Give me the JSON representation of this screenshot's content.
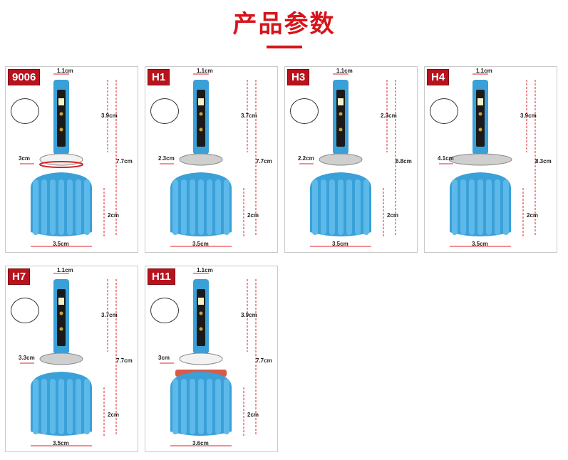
{
  "title": "产品参数",
  "colors": {
    "accent": "#d7141b",
    "tag_bg": "#b8131d",
    "heatsink": "#3aa0d8",
    "dim_line": "#e0202a"
  },
  "cards": [
    {
      "tag": "9006",
      "width_top": "1.1cm",
      "chip_len": "3.9cm",
      "total": "7.7cm",
      "collar": "3cm",
      "sink_h": "2cm",
      "width_bottom": "3.5cm"
    },
    {
      "tag": "H1",
      "width_top": "1.1cm",
      "chip_len": "3.7cm",
      "total": "7.7cm",
      "collar": "2.3cm",
      "sink_h": "2cm",
      "width_bottom": "3.5cm"
    },
    {
      "tag": "H3",
      "width_top": "1.1cm",
      "chip_len": "2.3cm",
      "total": "6.8cm",
      "collar": "2.2cm",
      "sink_h": "2cm",
      "width_bottom": "3.5cm"
    },
    {
      "tag": "H4",
      "width_top": "1.1cm",
      "chip_len": "3.9cm",
      "total": "8.3cm",
      "collar": "4.1cm",
      "sink_h": "2cm",
      "width_bottom": "3.5cm"
    },
    {
      "tag": "H7",
      "width_top": "1.1cm",
      "chip_len": "3.7cm",
      "total": "7.7cm",
      "collar": "3.3cm",
      "sink_h": "2cm",
      "width_bottom": "3.5cm"
    },
    {
      "tag": "H11",
      "width_top": "1.1cm",
      "chip_len": "3.9cm",
      "total": "7.7cm",
      "collar": "3cm",
      "sink_h": "2cm",
      "width_bottom": "3.6cm"
    }
  ]
}
